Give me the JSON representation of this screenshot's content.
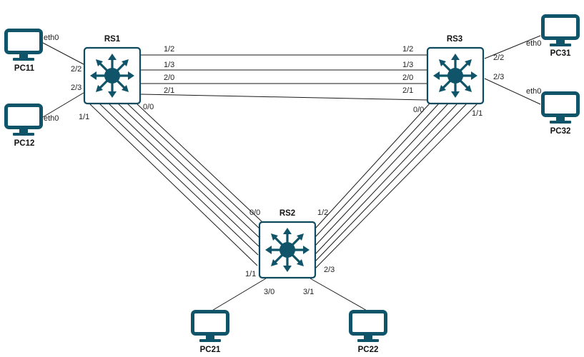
{
  "nodes": {
    "rs1": {
      "label": "RS1",
      "icon": "l3-switch-icon"
    },
    "rs2": {
      "label": "RS2",
      "icon": "l3-switch-icon"
    },
    "rs3": {
      "label": "RS3",
      "icon": "l3-switch-icon"
    },
    "pc11": {
      "label": "PC11",
      "icon": "monitor-icon"
    },
    "pc12": {
      "label": "PC12",
      "icon": "monitor-icon"
    },
    "pc21": {
      "label": "PC21",
      "icon": "monitor-icon"
    },
    "pc22": {
      "label": "PC22",
      "icon": "monitor-icon"
    },
    "pc31": {
      "label": "PC31",
      "icon": "monitor-icon"
    },
    "pc32": {
      "label": "PC32",
      "icon": "monitor-icon"
    }
  },
  "ports": {
    "pc11_eth0": "eth0",
    "pc12_eth0": "eth0",
    "pc31_eth0": "eth0",
    "pc32_eth0": "eth0",
    "rs1_2_2": "2/2",
    "rs1_2_3": "2/3",
    "rs1_1_1": "1/1",
    "rs1_0_0": "0/0",
    "rs1_1_2": "1/2",
    "rs1_1_3": "1/3",
    "rs1_2_0": "2/0",
    "rs1_2_1": "2/1",
    "rs3_1_2": "1/2",
    "rs3_1_3": "1/3",
    "rs3_2_0": "2/0",
    "rs3_2_1": "2/1",
    "rs3_2_2": "2/2",
    "rs3_2_3": "2/3",
    "rs3_0_0": "0/0",
    "rs3_1_1": "1/1",
    "rs2_0_0": "0/0",
    "rs2_1_2": "1/2",
    "rs2_1_1": "1/1",
    "rs2_2_3": "2/3",
    "rs2_3_0": "3/0",
    "rs2_3_1": "3/1"
  },
  "colors": {
    "icon": "#0f5468",
    "link": "#1a1a1a"
  }
}
